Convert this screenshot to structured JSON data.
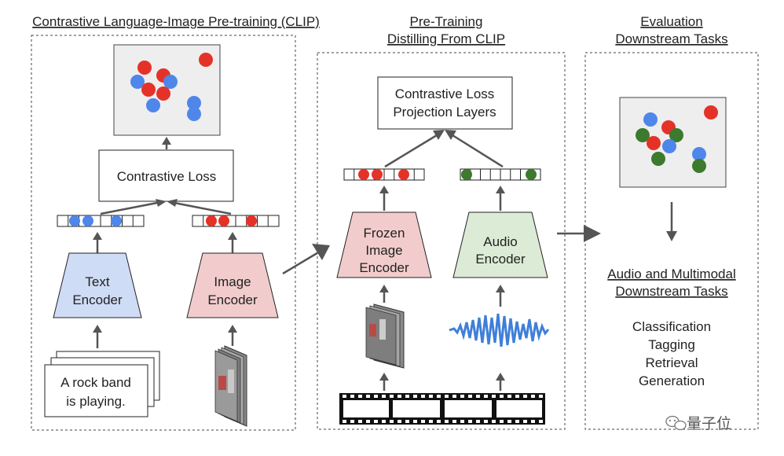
{
  "colors": {
    "red": "#e53228",
    "blue": "#4f86ea",
    "green": "#3c7a2e",
    "text_encoder_fill": "#cfdcf5",
    "image_encoder_fill": "#f2cccc",
    "audio_encoder_fill": "#dcebd6",
    "panel_gray": "#eeeeee"
  },
  "sections": {
    "clip": {
      "title": "Contrastive Language-Image Pre-training (CLIP)"
    },
    "pretraining": {
      "title_line1": "Pre-Training",
      "title_line2": "Distilling From CLIP"
    },
    "evaluation": {
      "title_line1": "Evaluation",
      "title_line2": "Downstream Tasks"
    }
  },
  "clip": {
    "contrastive_loss": "Contrastive Loss",
    "text_encoder": [
      "Text",
      "Encoder"
    ],
    "image_encoder": [
      "Image",
      "Encoder"
    ],
    "caption": [
      "A rock band",
      "is playing."
    ]
  },
  "pretraining": {
    "loss_box": [
      "Contrastive Loss",
      "Projection Layers"
    ],
    "frozen_encoder": [
      "Frozen",
      "Image",
      "Encoder"
    ],
    "audio_encoder": [
      "Audio",
      "Encoder"
    ]
  },
  "evaluation": {
    "downstream_title": [
      "Audio and Multimodal",
      "Downstream Tasks"
    ],
    "tasks": [
      "Classification",
      "Tagging",
      "Retrieval",
      "Generation"
    ]
  },
  "watermark": {
    "text": "量子位",
    "icon": "wechat-icon"
  }
}
